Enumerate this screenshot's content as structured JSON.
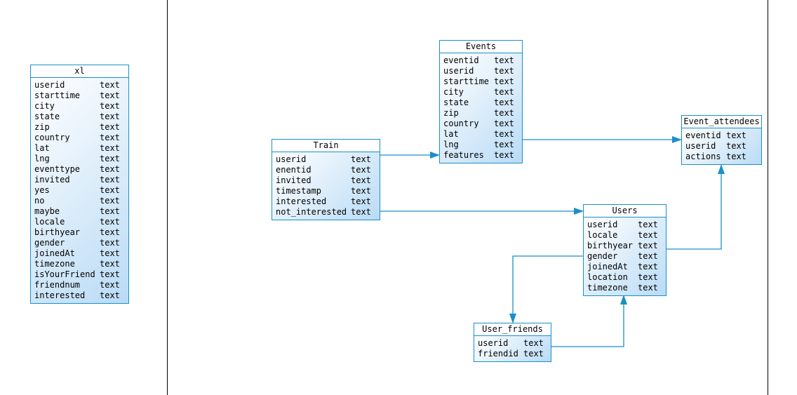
{
  "tables": [
    {
      "id": "xl",
      "title": "xl",
      "rows": [
        {
          "name": "userid",
          "type": "text"
        },
        {
          "name": "starttime",
          "type": "text"
        },
        {
          "name": "city",
          "type": "text"
        },
        {
          "name": "state",
          "type": "text"
        },
        {
          "name": "zip",
          "type": "text"
        },
        {
          "name": "country",
          "type": "text"
        },
        {
          "name": "lat",
          "type": "text"
        },
        {
          "name": "lng",
          "type": "text"
        },
        {
          "name": "eventtype",
          "type": "text"
        },
        {
          "name": "invited",
          "type": "text"
        },
        {
          "name": "yes",
          "type": "text"
        },
        {
          "name": "no",
          "type": "text"
        },
        {
          "name": "maybe",
          "type": "text"
        },
        {
          "name": "locale",
          "type": "text"
        },
        {
          "name": "birthyear",
          "type": "text"
        },
        {
          "name": "gender",
          "type": "text"
        },
        {
          "name": "joinedAt",
          "type": "text"
        },
        {
          "name": "timezone",
          "type": "text"
        },
        {
          "name": "isYourFriend",
          "type": "text"
        },
        {
          "name": "friendnum",
          "type": "text"
        },
        {
          "name": "interested",
          "type": "text"
        }
      ]
    },
    {
      "id": "train",
      "title": "Train",
      "rows": [
        {
          "name": "userid",
          "type": "text"
        },
        {
          "name": "enentid",
          "type": "text"
        },
        {
          "name": "invited",
          "type": "text"
        },
        {
          "name": "timestamp",
          "type": "text"
        },
        {
          "name": "interested",
          "type": "text"
        },
        {
          "name": "not_interested",
          "type": "text"
        }
      ]
    },
    {
      "id": "events",
      "title": "Events",
      "rows": [
        {
          "name": "eventid",
          "type": "text"
        },
        {
          "name": "userid",
          "type": "text"
        },
        {
          "name": "starttime",
          "type": "text"
        },
        {
          "name": "city",
          "type": "text"
        },
        {
          "name": "state",
          "type": "text"
        },
        {
          "name": "zip",
          "type": "text"
        },
        {
          "name": "country",
          "type": "text"
        },
        {
          "name": "lat",
          "type": "text"
        },
        {
          "name": "lng",
          "type": "text"
        },
        {
          "name": "features",
          "type": "text"
        }
      ]
    },
    {
      "id": "event_attendees",
      "title": "Event_attendees",
      "rows": [
        {
          "name": "eventid",
          "type": "text"
        },
        {
          "name": "userid",
          "type": "text"
        },
        {
          "name": "actions",
          "type": "text"
        }
      ]
    },
    {
      "id": "users",
      "title": "Users",
      "rows": [
        {
          "name": "userid",
          "type": "text"
        },
        {
          "name": "locale",
          "type": "text"
        },
        {
          "name": "birthyear",
          "type": "text"
        },
        {
          "name": "gender",
          "type": "text"
        },
        {
          "name": "joinedAt",
          "type": "text"
        },
        {
          "name": "location",
          "type": "text"
        },
        {
          "name": "timezone",
          "type": "text"
        }
      ]
    },
    {
      "id": "user_friends",
      "title": "User_friends",
      "rows": [
        {
          "name": "userid",
          "type": "text"
        },
        {
          "name": "friendid",
          "type": "text"
        }
      ]
    }
  ],
  "colors": {
    "border": "#1a8fc9",
    "edge": "#1a8fc9",
    "gradient_end": "#b9dbf6"
  }
}
